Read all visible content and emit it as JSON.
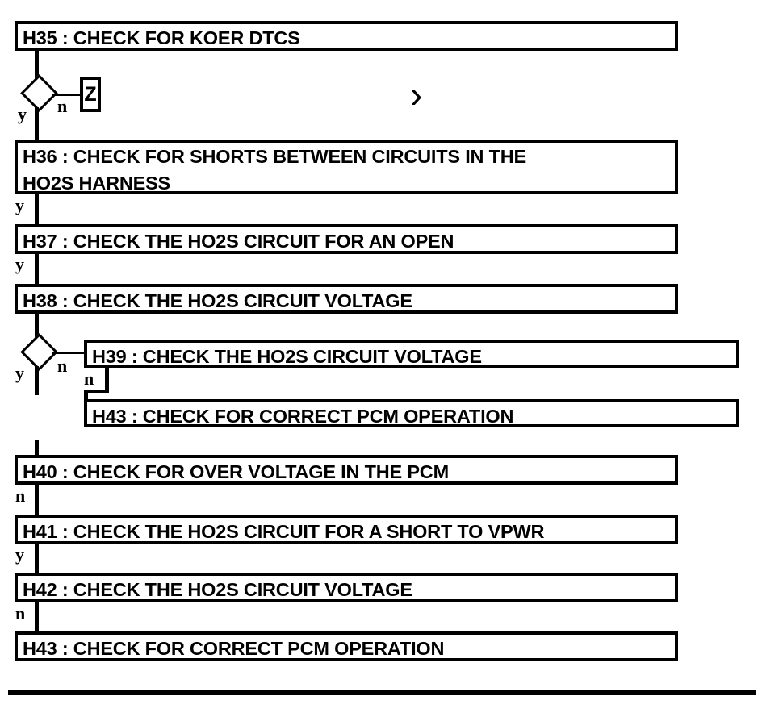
{
  "diagram": {
    "type": "flowchart",
    "title": "HO2S Diagnostic Pinpoint Test Flow",
    "nodes": [
      {
        "id": "H35",
        "label": "H35 : CHECK FOR KOER DTCS"
      },
      {
        "id": "H36",
        "label": "H36 : CHECK FOR SHORTS BETWEEN CIRCUITS IN THE\nHO2S HARNESS"
      },
      {
        "id": "H37",
        "label": "H37 : CHECK THE HO2S CIRCUIT FOR AN OPEN"
      },
      {
        "id": "H38",
        "label": "H38 : CHECK THE HO2S CIRCUIT VOLTAGE"
      },
      {
        "id": "H39",
        "label": "H39 : CHECK THE HO2S CIRCUIT VOLTAGE"
      },
      {
        "id": "H43b",
        "label": "H43 : CHECK FOR CORRECT PCM OPERATION"
      },
      {
        "id": "H40",
        "label": "H40 : CHECK FOR OVER VOLTAGE IN THE PCM"
      },
      {
        "id": "H41",
        "label": "H41 : CHECK THE HO2S CIRCUIT FOR A SHORT TO VPWR"
      },
      {
        "id": "H42",
        "label": "H42 : CHECK THE HO2S CIRCUIT VOLTAGE"
      },
      {
        "id": "H43",
        "label": "H43 : CHECK FOR CORRECT PCM OPERATION"
      }
    ],
    "markers": {
      "terminal_z": "Z",
      "chevron": "›"
    },
    "edges": [
      {
        "from": "H35",
        "to": "decision-1",
        "label": ""
      },
      {
        "from": "decision-1",
        "to": "terminal-z",
        "label": "n"
      },
      {
        "from": "decision-1",
        "to": "H36",
        "label": "y"
      },
      {
        "from": "H36",
        "to": "H37",
        "label": "y"
      },
      {
        "from": "H37",
        "to": "H38",
        "label": "y"
      },
      {
        "from": "H38",
        "to": "decision-2",
        "label": ""
      },
      {
        "from": "decision-2",
        "to": "H39",
        "label": "n"
      },
      {
        "from": "H39",
        "to": "H43b",
        "label": "n"
      },
      {
        "from": "decision-2",
        "to": "H40",
        "label": "y"
      },
      {
        "from": "H40",
        "to": "H41",
        "label": "n"
      },
      {
        "from": "H41",
        "to": "H42",
        "label": "y"
      },
      {
        "from": "H42",
        "to": "H43",
        "label": "n"
      }
    ],
    "edge_labels": {
      "d1_no": "n",
      "d1_yes": "y",
      "h36_yes": "y",
      "h37_yes": "y",
      "d2_no": "n",
      "d2_yes": "y",
      "h39_no": "n",
      "h40_no": "n",
      "h41_yes": "y",
      "h42_no": "n"
    },
    "colors": {
      "stroke": "#000000",
      "fill": "#ffffff",
      "text": "#000000"
    }
  }
}
